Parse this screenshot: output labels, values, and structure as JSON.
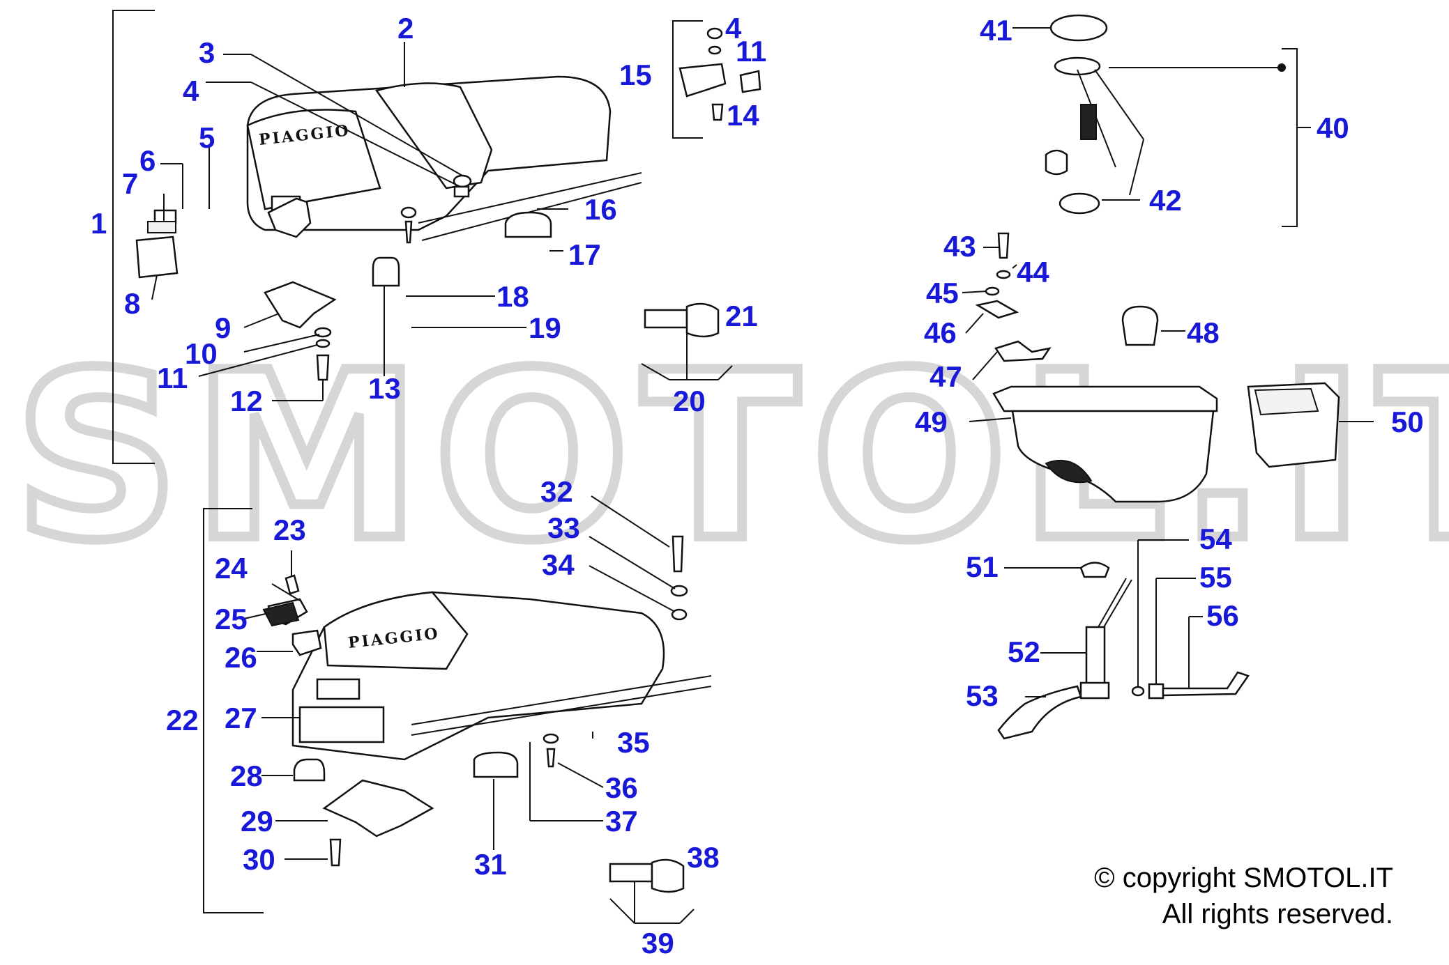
{
  "watermark": "SMOTOL.IT",
  "brand_label": "PIAGGIO",
  "copyright": {
    "line1": "© copyright SMOTOL.IT",
    "line2": "All rights reserved."
  },
  "callouts": [
    "1",
    "2",
    "3",
    "4",
    "4",
    "5",
    "6",
    "7",
    "8",
    "9",
    "10",
    "11",
    "11",
    "12",
    "13",
    "14",
    "15",
    "16",
    "17",
    "18",
    "19",
    "20",
    "21",
    "22",
    "23",
    "24",
    "25",
    "26",
    "27",
    "28",
    "29",
    "30",
    "31",
    "32",
    "33",
    "34",
    "35",
    "36",
    "37",
    "38",
    "39",
    "40",
    "41",
    "42",
    "43",
    "44",
    "45",
    "46",
    "47",
    "48",
    "49",
    "50",
    "51",
    "52",
    "53",
    "54",
    "55",
    "56"
  ],
  "colors": {
    "callout": "#1818d8",
    "line": "#111111",
    "watermark": "#d6d6d6"
  }
}
